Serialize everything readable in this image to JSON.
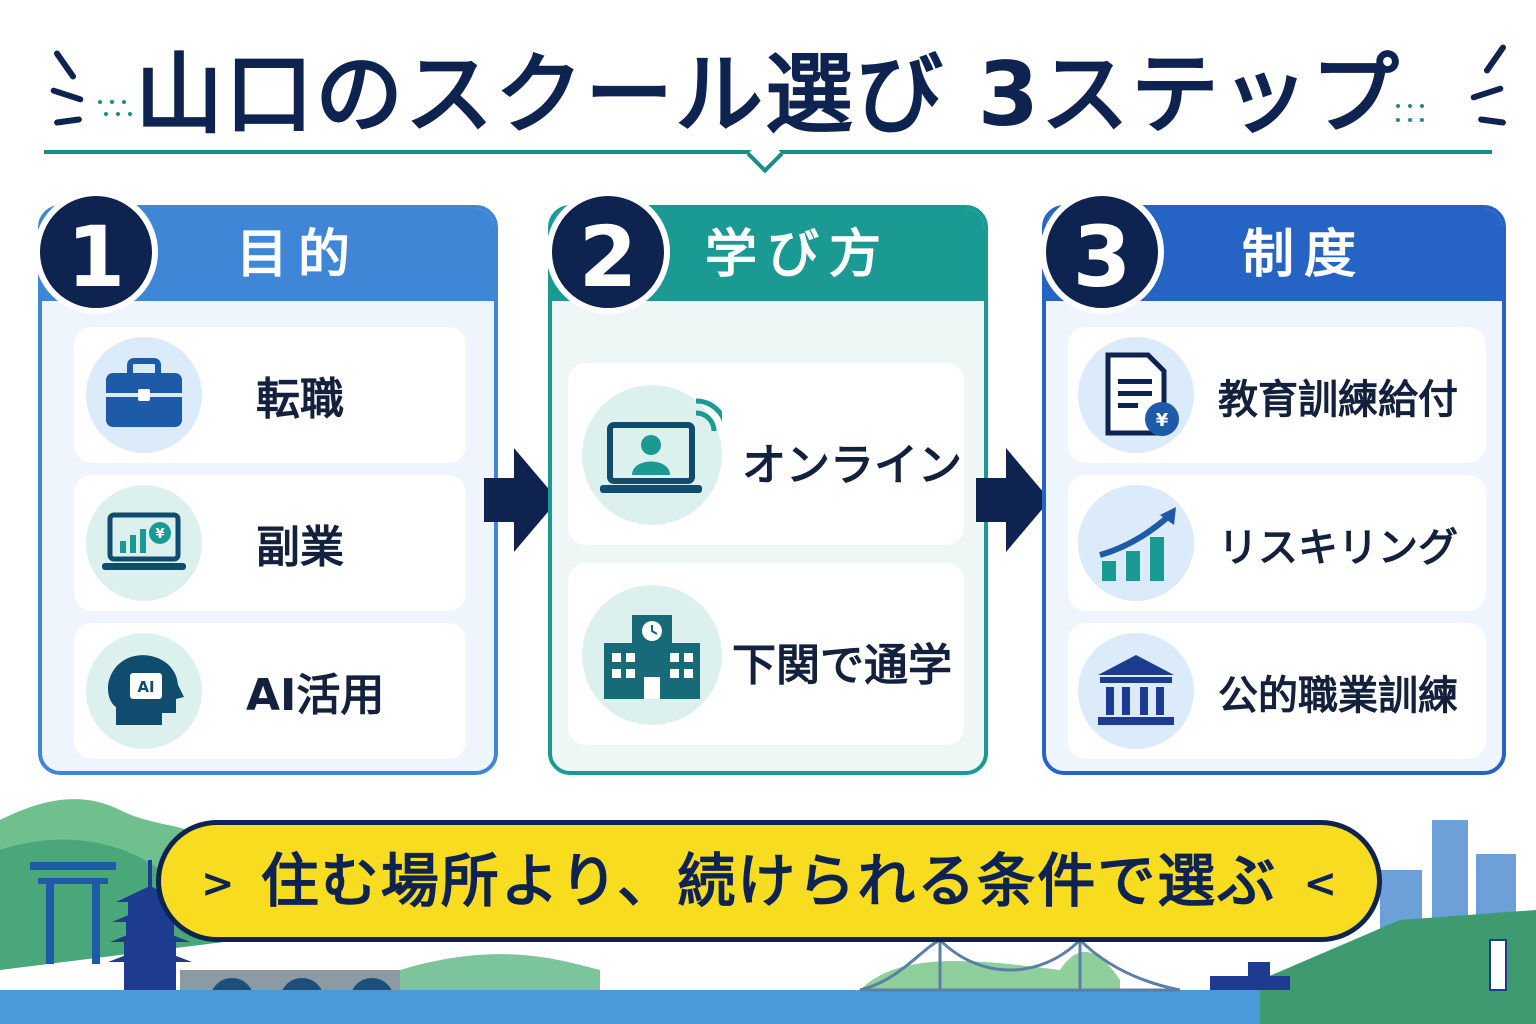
{
  "title": "山口のスクール選び 3ステップ",
  "steps": [
    {
      "number": "1",
      "heading": "目的",
      "items": [
        {
          "label": "転職",
          "icon": "briefcase-icon"
        },
        {
          "label": "副業",
          "icon": "laptop-yen-chart-icon"
        },
        {
          "label": "AI活用",
          "icon": "ai-head-icon"
        }
      ]
    },
    {
      "number": "2",
      "heading": "学び方",
      "items": [
        {
          "label": "オンライン",
          "icon": "online-laptop-icon"
        },
        {
          "label": "下関で通学",
          "icon": "school-building-icon"
        }
      ]
    },
    {
      "number": "3",
      "heading": "制度",
      "items": [
        {
          "label": "教育訓練給付",
          "icon": "document-yen-icon"
        },
        {
          "label": "リスキリング",
          "icon": "growth-chart-icon"
        },
        {
          "label": "公的職業訓練",
          "icon": "public-institution-icon"
        }
      ]
    }
  ],
  "banner": {
    "left_mark": ">",
    "right_mark": "<",
    "text": "住む場所より、続けられる条件で選ぶ"
  },
  "colors": {
    "navy": "#0f2350",
    "step1": "#3f86d6",
    "step2": "#1b9a93",
    "step3": "#2563c4",
    "banner": "#f7dc1f"
  }
}
